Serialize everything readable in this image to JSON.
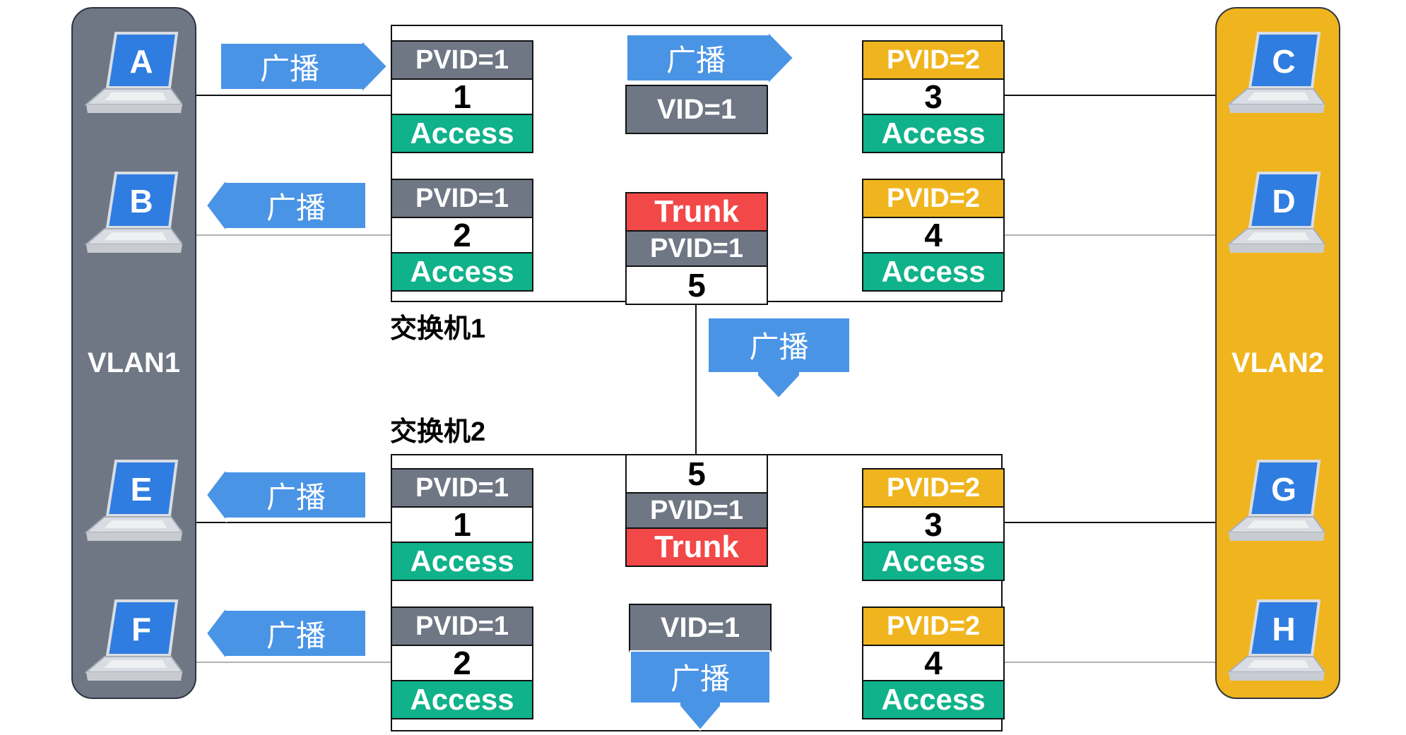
{
  "colors": {
    "vlan1": "#6f7785",
    "vlan2": "#f0b51e",
    "pvid1": "#6f7785",
    "pvid2": "#f0b51e",
    "access": "#0fb28a",
    "trunk": "#f24848",
    "broadcast": "#4a94e6",
    "screen": "#2f7de0"
  },
  "vlans": {
    "left": "VLAN1",
    "right": "VLAN2"
  },
  "hosts": [
    "A",
    "B",
    "C",
    "D",
    "E",
    "F",
    "G",
    "H"
  ],
  "broadcast_label": "广播",
  "switch1": {
    "label": "交换机1",
    "ports": [
      {
        "pvid": "PVID=1",
        "num": "1",
        "mode": "Access"
      },
      {
        "pvid": "PVID=1",
        "num": "2",
        "mode": "Access"
      },
      {
        "pvid": "PVID=2",
        "num": "3",
        "mode": "Access"
      },
      {
        "pvid": "PVID=2",
        "num": "4",
        "mode": "Access"
      }
    ],
    "trunk_port": {
      "mode": "Trunk",
      "pvid": "PVID=1",
      "num": "5"
    },
    "vid_tag": "VID=1"
  },
  "switch2": {
    "label": "交换机2",
    "ports": [
      {
        "pvid": "PVID=1",
        "num": "1",
        "mode": "Access"
      },
      {
        "pvid": "PVID=1",
        "num": "2",
        "mode": "Access"
      },
      {
        "pvid": "PVID=2",
        "num": "3",
        "mode": "Access"
      },
      {
        "pvid": "PVID=2",
        "num": "4",
        "mode": "Access"
      }
    ],
    "trunk_port": {
      "num": "5",
      "pvid": "PVID=1",
      "mode": "Trunk"
    },
    "vid_tag": "VID=1"
  }
}
